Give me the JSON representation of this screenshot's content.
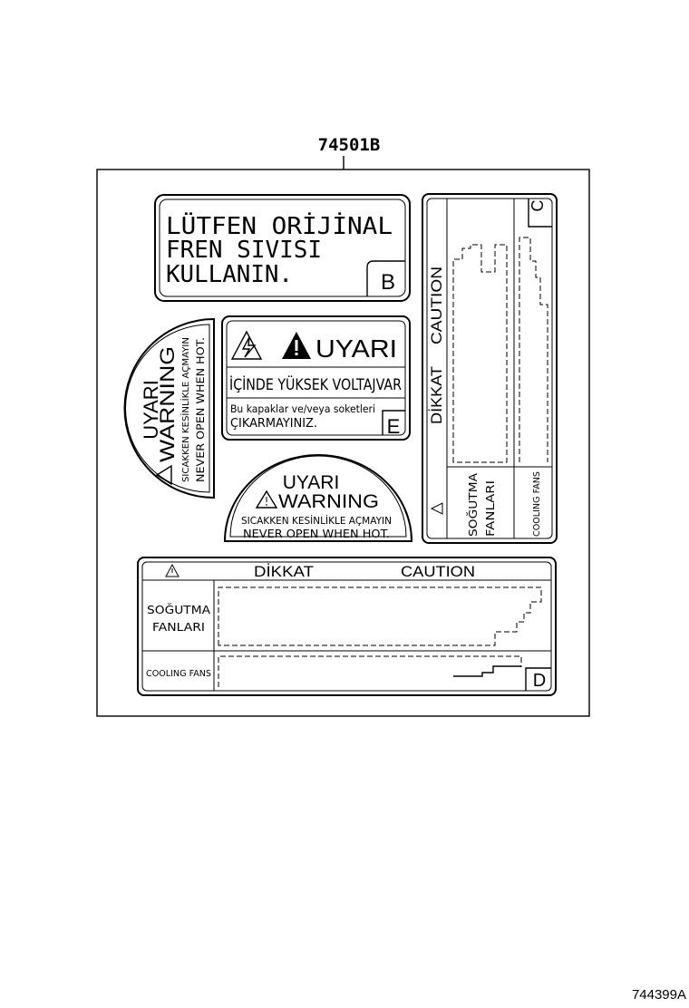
{
  "part_number": "74501B",
  "figure_code": "744399A",
  "label_b": {
    "line1": "LÜTFEN  ORİJİNAL",
    "line2": "FREN  SIVISI",
    "line3": "KULLANIN.",
    "letter": "B"
  },
  "label_e": {
    "title": "UYARI",
    "line1": "İÇİNDE YÜKSEK VOLTAJVAR",
    "line2": "Bu kapaklar ve/veya soketleri",
    "line3": "ÇIKARMAYINIZ.",
    "letter": "E"
  },
  "cap_label_left": {
    "line1": "UYARI",
    "line2": "WARNING",
    "line3": "SICAKKEN  KESİNLİKLE AÇMAYIN",
    "line4": "NEVER  OPEN  WHEN  HOT."
  },
  "cap_label_center": {
    "line1": "UYARI",
    "line2": "WARNING",
    "line3": "SICAKKEN  KESİNLİKLE AÇMAYIN",
    "line4": "NEVER  OPEN  WHEN  HOT."
  },
  "label_c": {
    "caution_tr": "DİKKAT",
    "caution_en": "CAUTION",
    "row1_line1": "SOĞUTMA",
    "row1_line2": "FANLARI",
    "row2": "COOLING FANS",
    "letter": "C"
  },
  "label_d": {
    "caution_tr": "DİKKAT",
    "caution_en": "CAUTION",
    "row1_line1": "SOĞUTMA",
    "row1_line2": "FANLARI",
    "row2": "COOLING FANS",
    "letter": "D"
  },
  "icons": {
    "warning": "warning-triangle-icon",
    "voltage": "high-voltage-icon"
  },
  "colors": {
    "line": "#000000",
    "background": "#ffffff"
  }
}
